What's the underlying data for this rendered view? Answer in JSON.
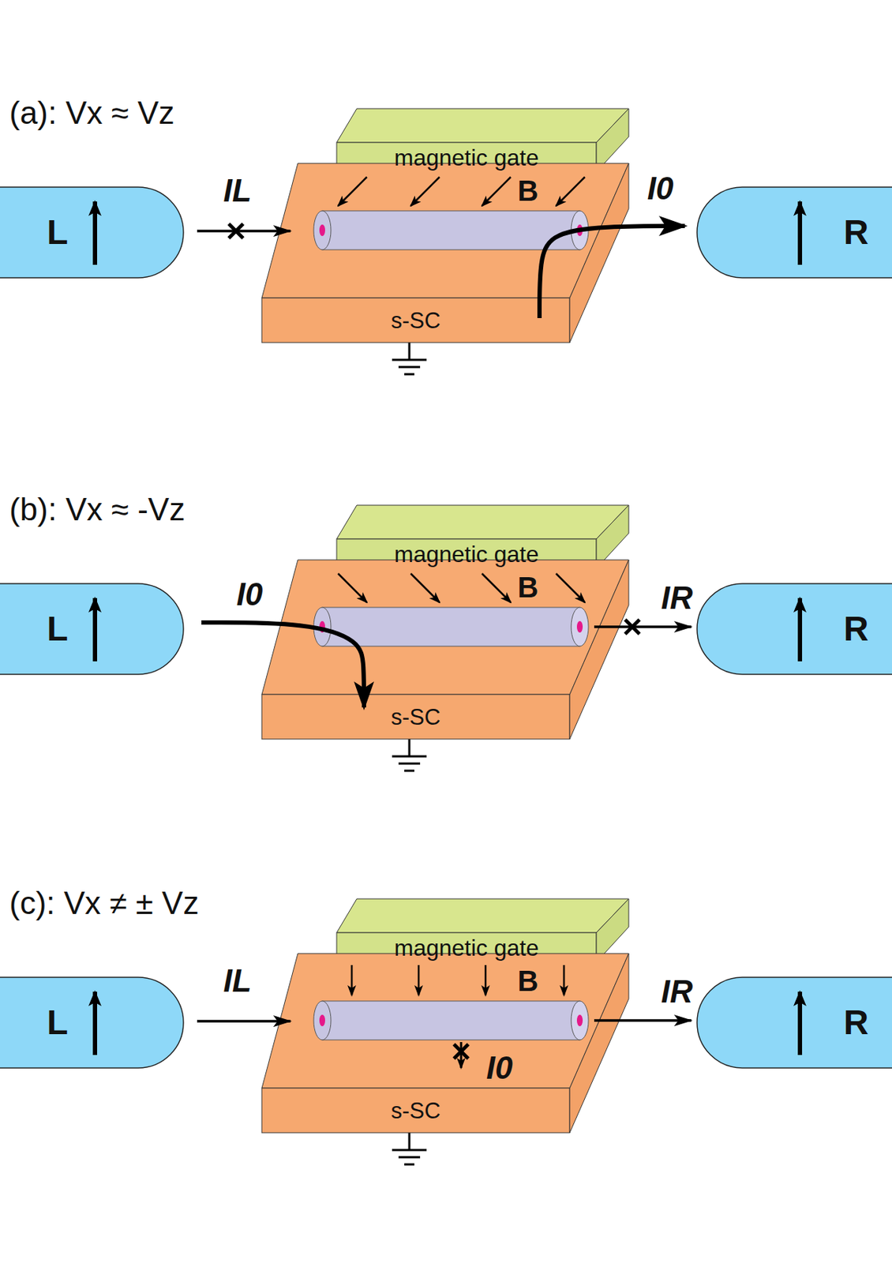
{
  "diagram": {
    "nodes": [
      {
        "text": [
          "L"
        ]
      },
      {
        "text": [
          "magnetic gate"
        ]
      },
      {
        "text": [
          "s-SC"
        ]
      },
      {
        "text": [
          "R"
        ]
      },
      {
        "text": [
          "L"
        ]
      },
      {
        "text": [
          "magnetic gate"
        ]
      },
      {
        "text": [
          "s-SC"
        ]
      },
      {
        "text": [
          "R"
        ]
      },
      {
        "text": [
          "L"
        ]
      },
      {
        "text": [
          "magnetic gate"
        ]
      },
      {
        "text": [
          "s-SC"
        ]
      },
      {
        "text": [
          "R"
        ]
      }
    ],
    "edges": [
      {
        "from": 0,
        "to": 2,
        "arrow": "to",
        "label": "IL"
      },
      {
        "from": 2,
        "to": 3,
        "arrow": "to",
        "label": "I0"
      },
      {
        "from": 4,
        "to": 6,
        "arrow": "to",
        "label": "I0"
      },
      {
        "from": 6,
        "to": 7,
        "arrow": "to",
        "label": "IR"
      },
      {
        "from": 8,
        "to": 10,
        "arrow": "to",
        "label": "IL"
      },
      {
        "from": 10,
        "to": 11,
        "arrow": "to",
        "label": "IR"
      }
    ],
    "labels": [
      "(a): Vx ≈ Vz",
      "B",
      "(b): Vx ≈ -Vz",
      "B",
      "(c): Vx ≠ ± Vz",
      "B",
      "I0"
    ]
  }
}
